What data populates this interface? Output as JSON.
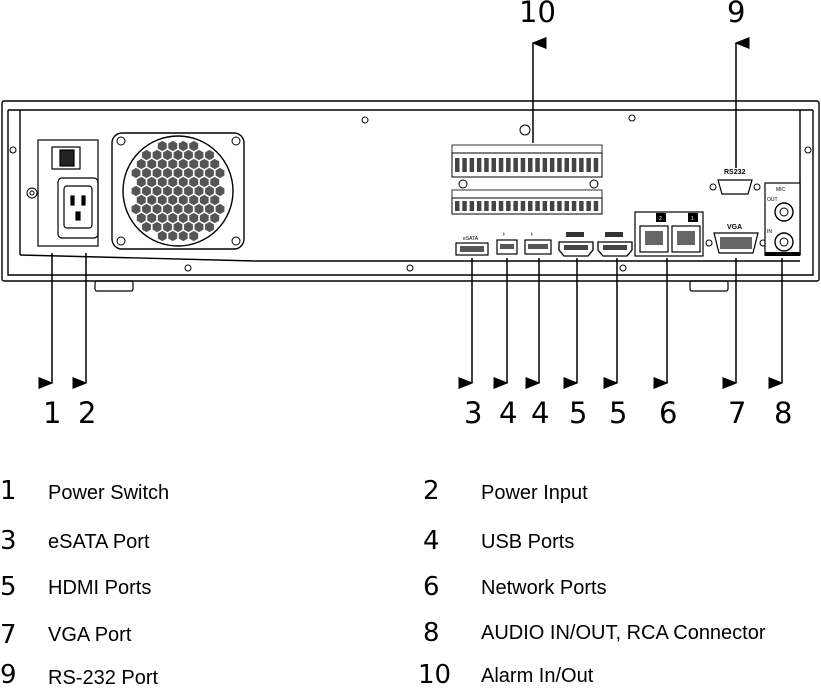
{
  "callouts": {
    "c1": "1",
    "c2": "2",
    "c3": "3",
    "c4a": "4",
    "c4b": "4",
    "c5a": "5",
    "c5b": "5",
    "c6": "6",
    "c7": "7",
    "c8": "8",
    "c9": "9",
    "c10": "10"
  },
  "panel_labels": {
    "esata": "eSATA",
    "rs232": "RS232",
    "vga": "VGA",
    "mic": "MIC",
    "out": "OUT",
    "in": "IN",
    "lan2": "2",
    "lan1": "1"
  },
  "legend": [
    {
      "num": "1",
      "label": "Power Switch"
    },
    {
      "num": "2",
      "label": "Power Input"
    },
    {
      "num": "3",
      "label": "eSATA Port"
    },
    {
      "num": "4",
      "label": "USB Ports"
    },
    {
      "num": "5",
      "label": "HDMI Ports"
    },
    {
      "num": "6",
      "label": "Network Ports"
    },
    {
      "num": "7",
      "label": "VGA Port"
    },
    {
      "num": "8",
      "label": "AUDIO IN/OUT, RCA Connector"
    },
    {
      "num": "9",
      "label": "RS-232 Port"
    },
    {
      "num": "10",
      "label": "Alarm In/Out"
    }
  ]
}
